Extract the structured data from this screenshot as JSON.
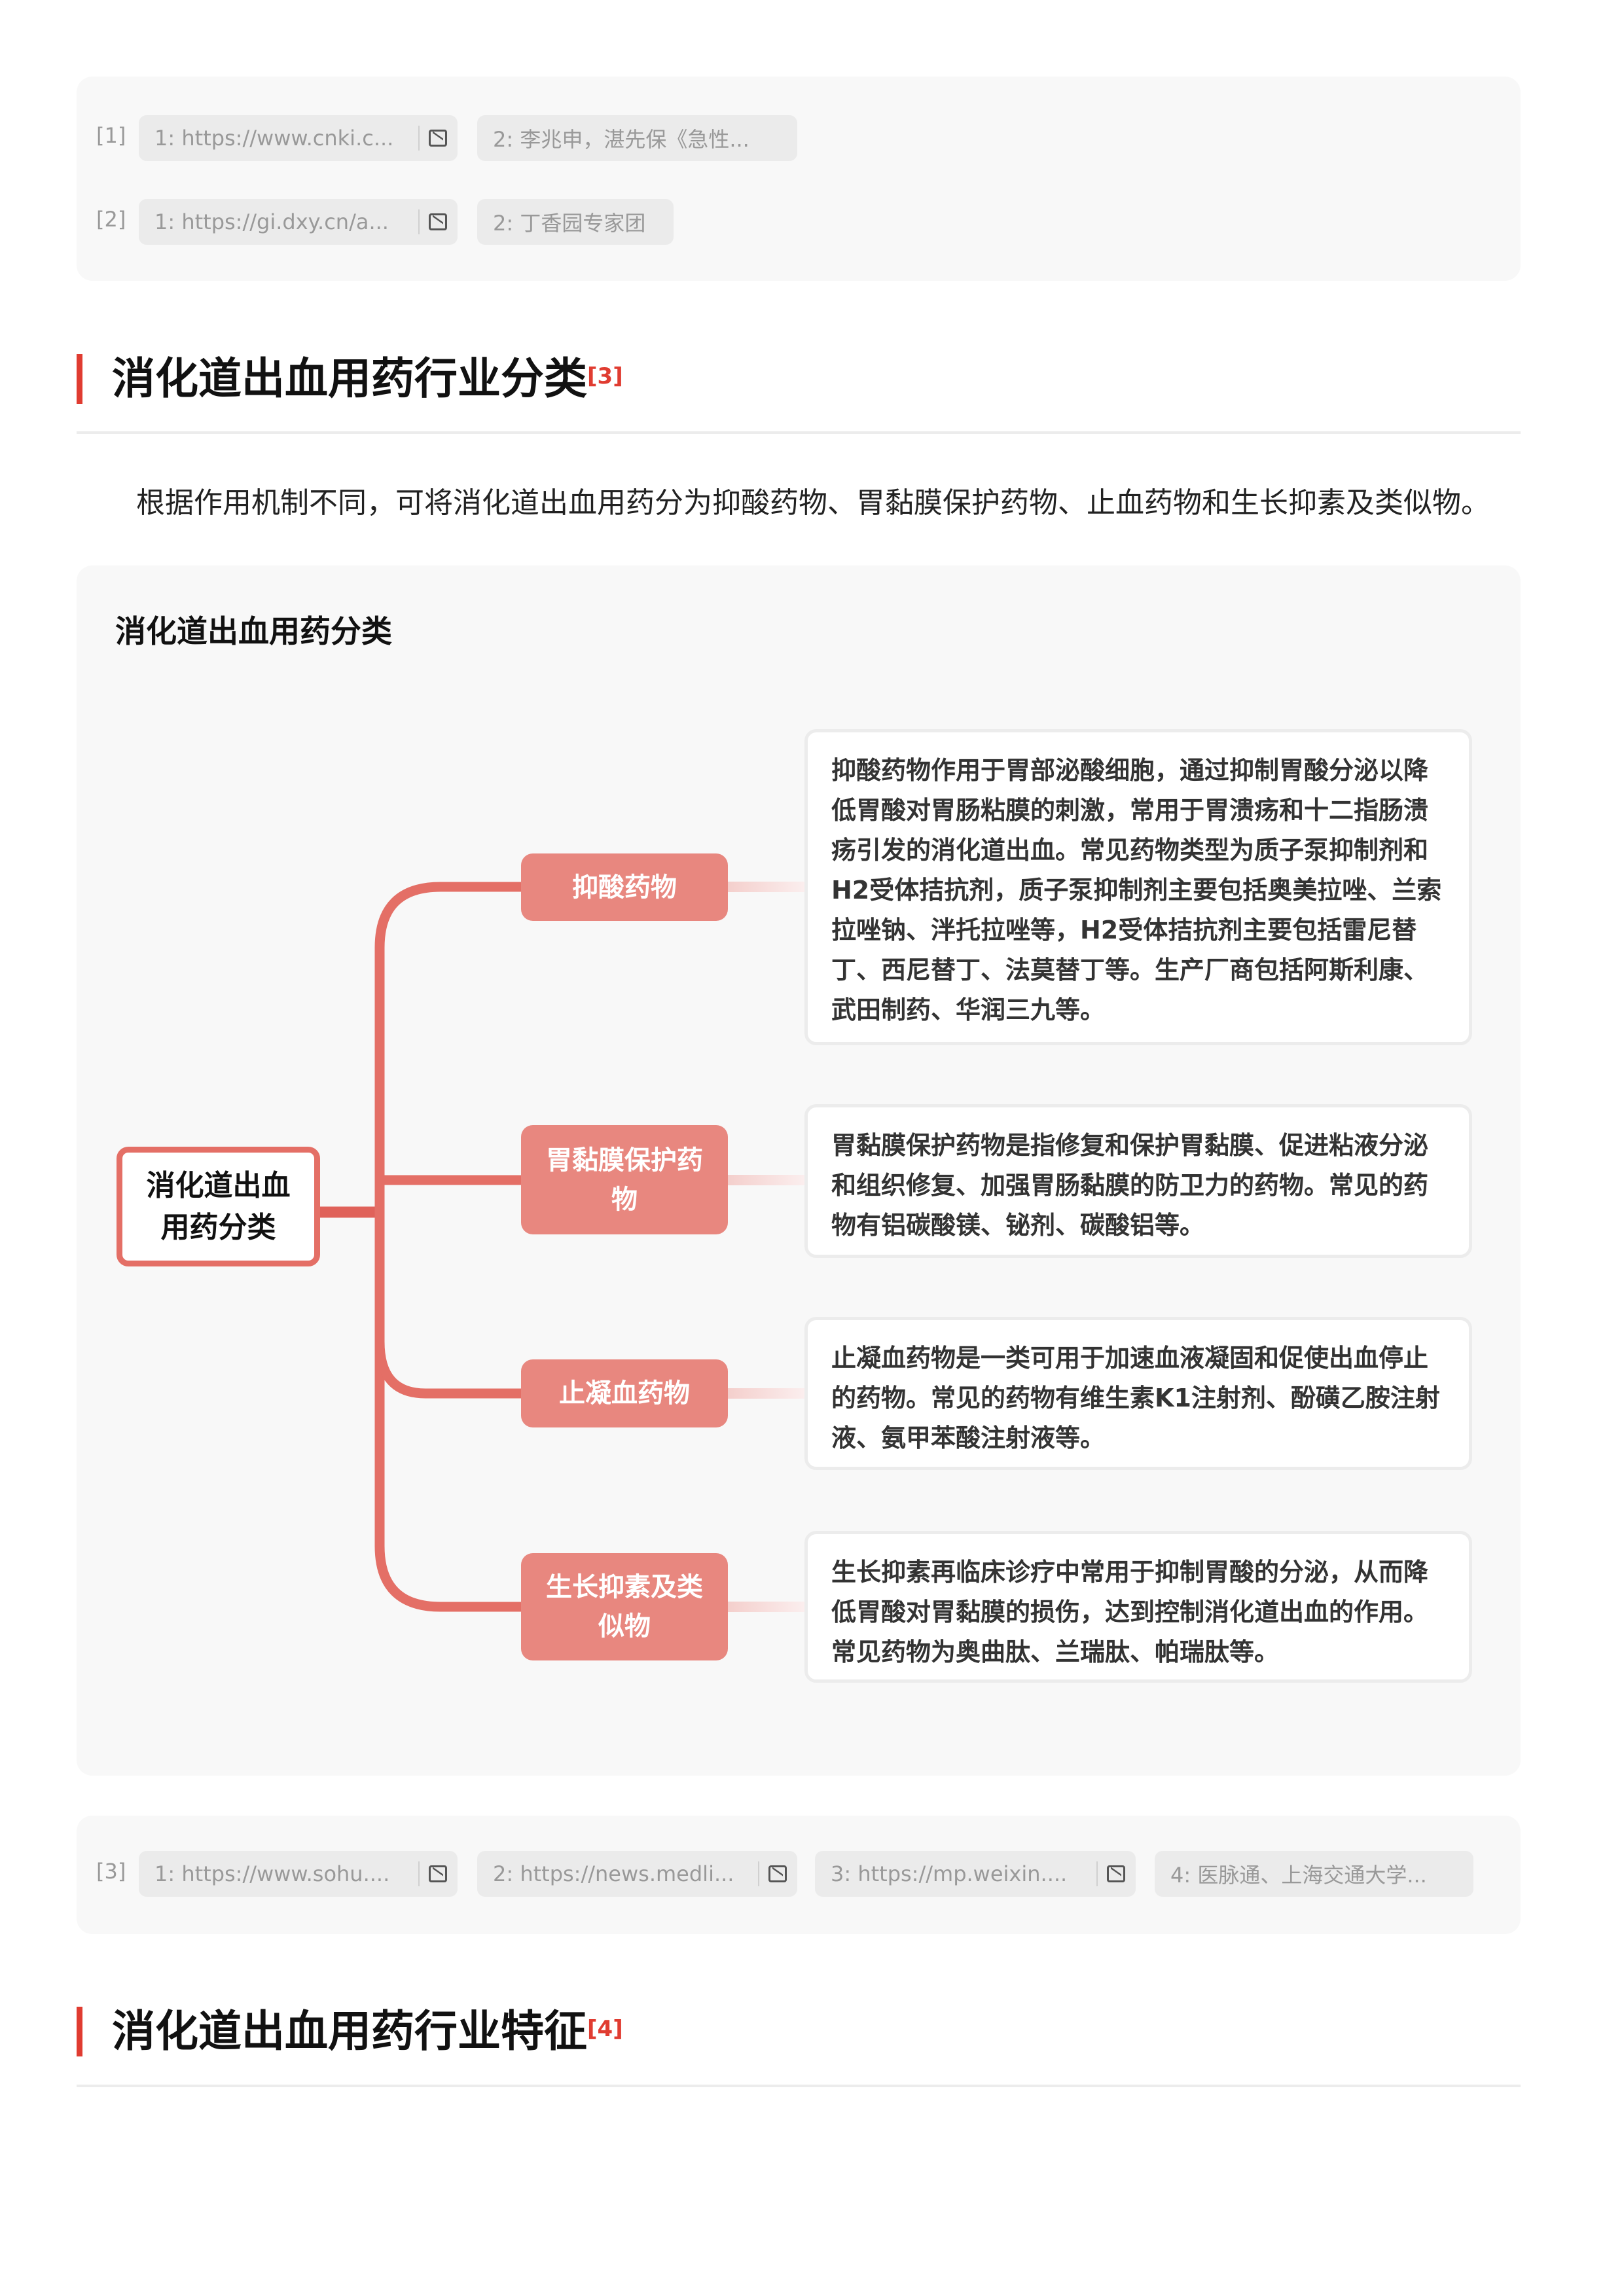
{
  "refs_top": [
    {
      "label": "[1]",
      "items": [
        {
          "text": "1: https://www.cnki.c...",
          "icon": "image-link-icon"
        },
        {
          "text": "2: 李兆申，湛先保《急性..."
        }
      ]
    },
    {
      "label": "[2]",
      "items": [
        {
          "text": "1: https://gi.dxy.cn/a...",
          "icon": "image-link-icon"
        },
        {
          "text": "2: 丁香园专家团"
        }
      ]
    }
  ],
  "section1": {
    "title": "消化道出血用药行业分类",
    "ref": "[3]"
  },
  "intro": "根据作用机制不同，可将消化道出血用药分为抑酸药物、胃黏膜保护药物、止血药物和生长抑素及类似物。",
  "mindmap": {
    "title": "消化道出血用药分类",
    "root": "消化道出血用药分类",
    "branches": [
      {
        "label": "抑酸药物",
        "desc": "抑酸药物作用于胃部泌酸细胞，通过抑制胃酸分泌以降低胃酸对胃肠粘膜的刺激，常用于胃溃疡和十二指肠溃疡引发的消化道出血。常见药物类型为质子泵抑制剂和H2受体拮抗剂，质子泵抑制剂主要包括奥美拉唑、兰索拉唑钠、泮托拉唑等，H2受体拮抗剂主要包括雷尼替丁、西尼替丁、法莫替丁等。生产厂商包括阿斯利康、武田制药、华润三九等。"
      },
      {
        "label": "胃黏膜保护药物",
        "desc": "胃黏膜保护药物是指修复和保护胃黏膜、促进粘液分泌和组织修复、加强胃肠黏膜的防卫力的药物。常见的药物有铝碳酸镁、铋剂、碳酸铝等。"
      },
      {
        "label": "止凝血药物",
        "desc": "止凝血药物是一类可用于加速血液凝固和促使出血停止的药物。常见的药物有维生素K1注射剂、酚磺乙胺注射液、氨甲苯酸注射液等。"
      },
      {
        "label": "生长抑素及类似物",
        "desc": "生长抑素再临床诊疗中常用于抑制胃酸的分泌，从而降低胃酸对胃黏膜的损伤，达到控制消化道出血的作用。常见药物为奥曲肽、兰瑞肽、帕瑞肽等。"
      }
    ]
  },
  "refs_mid": {
    "label": "[3]",
    "items": [
      {
        "text": "1: https://www.sohu....",
        "icon": "image-link-icon"
      },
      {
        "text": "2: https://news.medli...",
        "icon": "image-link-icon"
      },
      {
        "text": "3: https://mp.weixin....",
        "icon": "image-link-icon"
      },
      {
        "text": "4: 医脉通、上海交通大学..."
      }
    ]
  },
  "section2": {
    "title": "消化道出血用药行业特征",
    "ref": "[4]"
  },
  "colors": {
    "accent": "#e03c31",
    "branch": "#e8877f",
    "line": "#e46f66"
  }
}
